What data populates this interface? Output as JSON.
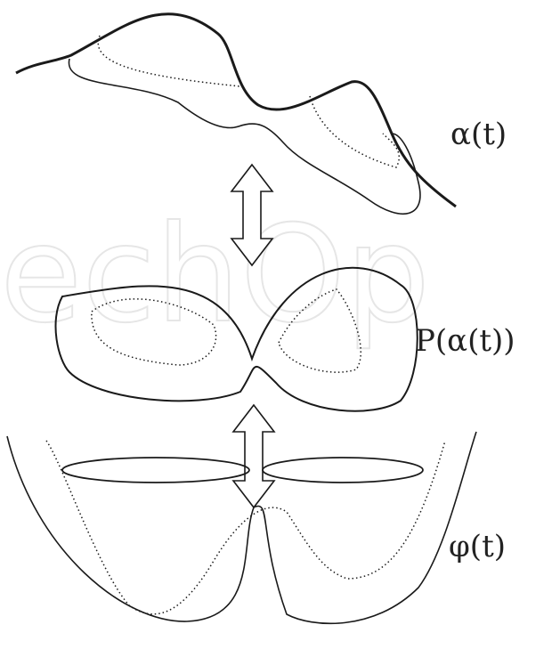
{
  "labels": {
    "top": "α(t)",
    "middle": "P(α(t))",
    "bottom": "φ(t)"
  },
  "watermark": "echOp",
  "colors": {
    "stroke": "#1a1a1a",
    "background": "#ffffff"
  }
}
